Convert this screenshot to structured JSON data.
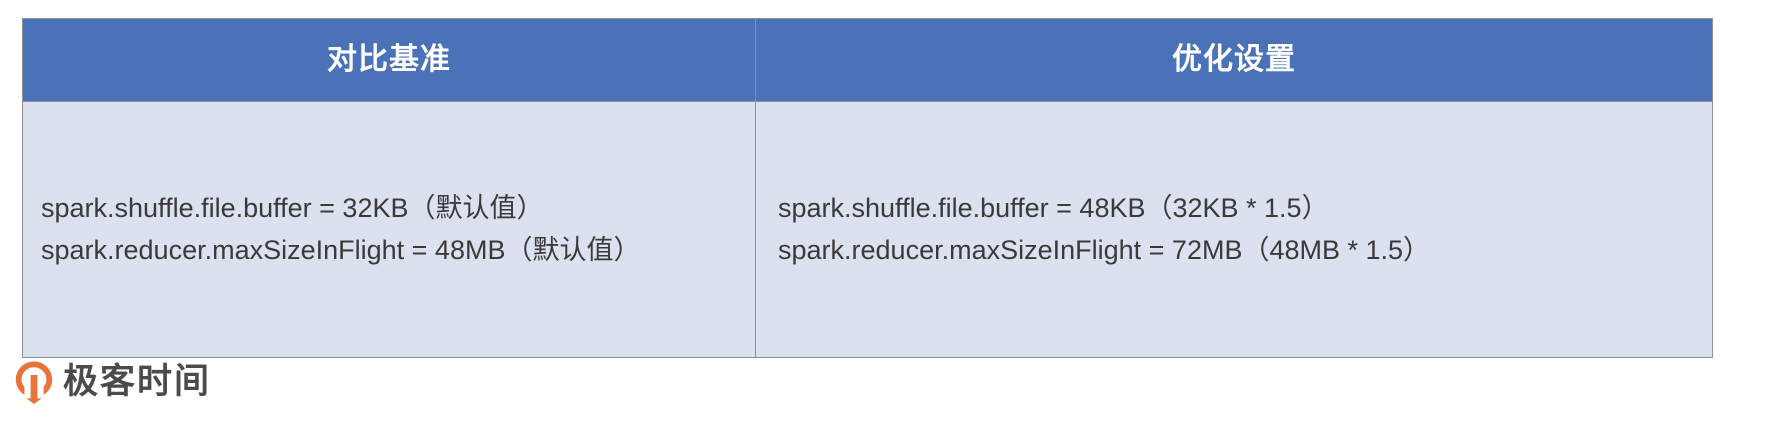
{
  "table": {
    "columns": [
      {
        "header": "对比基准"
      },
      {
        "header": "优化设置"
      }
    ],
    "rows": [
      {
        "baseline": {
          "line1": "spark.shuffle.file.buffer = 32KB（默认值）",
          "line2": "spark.reducer.maxSizeInFlight = 48MB（默认值）"
        },
        "optimized": {
          "line1": "spark.shuffle.file.buffer = 48KB（32KB * 1.5）",
          "line2": "spark.reducer.maxSizeInFlight = 72MB（48MB * 1.5）"
        }
      }
    ]
  },
  "branding": {
    "name": "极客时间",
    "mark_color": "#E8743B"
  },
  "colors": {
    "header_background": "#4A72B8",
    "header_text": "#FFFFFF",
    "body_background": "#DCE1F0",
    "body_text": "#3A3A3A",
    "border": "#8F8F8F",
    "page_background": "#FFFFFF"
  }
}
